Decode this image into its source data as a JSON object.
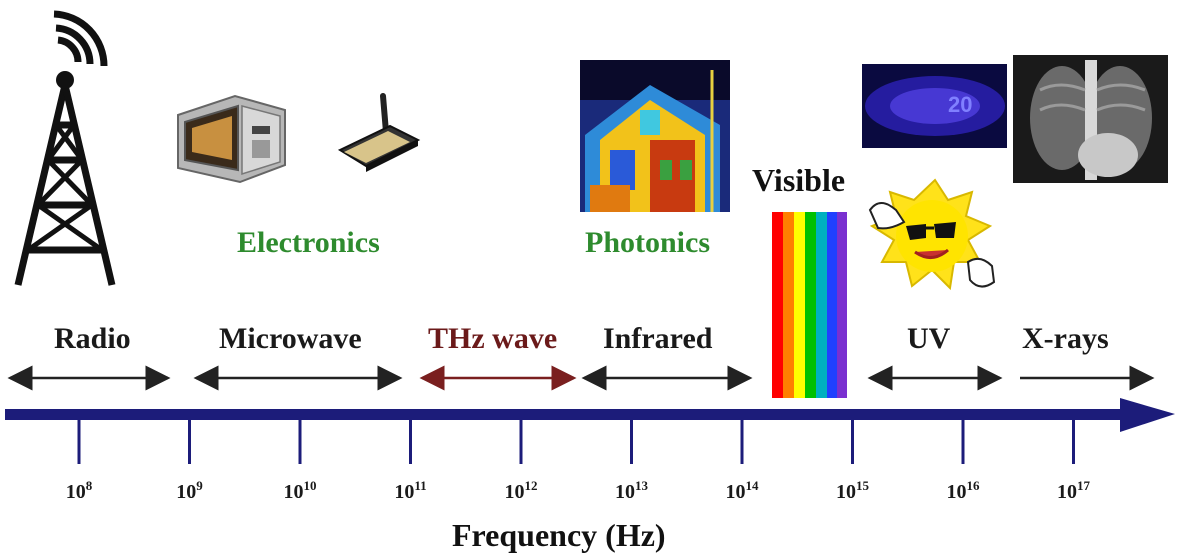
{
  "bands": {
    "radio": "Radio",
    "microwave": "Microwave",
    "thz": "THz wave",
    "infrared": "Infrared",
    "uv": "UV",
    "xrays": "X-rays"
  },
  "categories": {
    "electronics": "Electronics",
    "photonics": "Photonics",
    "visible": "Visible"
  },
  "ticks": [
    {
      "base": "10",
      "exp": "8"
    },
    {
      "base": "10",
      "exp": "9"
    },
    {
      "base": "10",
      "exp": "10"
    },
    {
      "base": "10",
      "exp": "11"
    },
    {
      "base": "10",
      "exp": "12"
    },
    {
      "base": "10",
      "exp": "13"
    },
    {
      "base": "10",
      "exp": "14"
    },
    {
      "base": "10",
      "exp": "15"
    },
    {
      "base": "10",
      "exp": "16"
    },
    {
      "base": "10",
      "exp": "17"
    }
  ],
  "axis_title": "Frequency (Hz)",
  "colors": {
    "axis": "#1c1c7a",
    "thz_arrow": "#7a1f1f",
    "arrow": "#222222",
    "green_label": "#2e8b2e",
    "spectrum": [
      "#ff0000",
      "#ff7f00",
      "#ffff00",
      "#00c000",
      "#00b0c0",
      "#2040ff",
      "#7a30d0"
    ]
  },
  "icons": [
    "radio-tower-icon",
    "microwave-oven-icon",
    "wireless-card-icon",
    "thermal-house-image",
    "uv-banknote-image",
    "chest-xray-image",
    "sun-sunglasses-icon"
  ]
}
